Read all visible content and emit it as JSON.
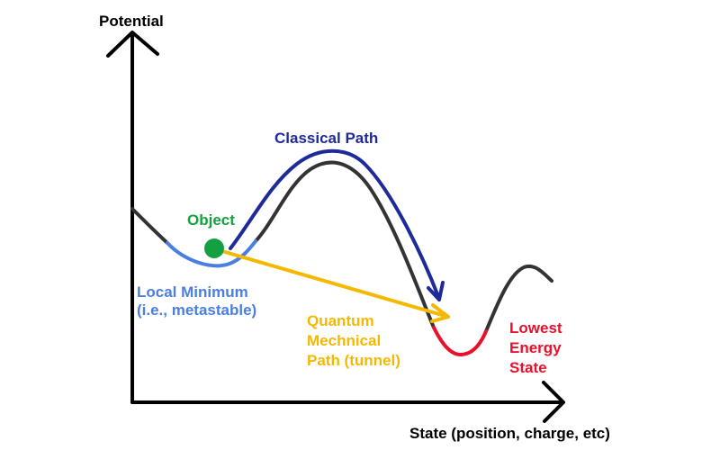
{
  "axes": {
    "y_label": "Potential",
    "x_label": "State (position, charge, etc)"
  },
  "labels": {
    "object": "Object",
    "classical_path": "Classical Path",
    "local_minimum_line1": "Local Minimum",
    "local_minimum_line2": "(i.e., metastable)",
    "quantum_line1": "Quantum",
    "quantum_line2": "Mechnical",
    "quantum_line3": "Path (tunnel)",
    "lowest_line1": "Lowest",
    "lowest_line2": "Energy",
    "lowest_line3": "State"
  },
  "colors": {
    "axis": "#000000",
    "curve": "#333333",
    "local_minimum": "#4a7fe0",
    "object": "#14a040",
    "classical_path": "#1f2a9a",
    "quantum_path": "#f5b800",
    "lowest_state": "#e8102a"
  }
}
